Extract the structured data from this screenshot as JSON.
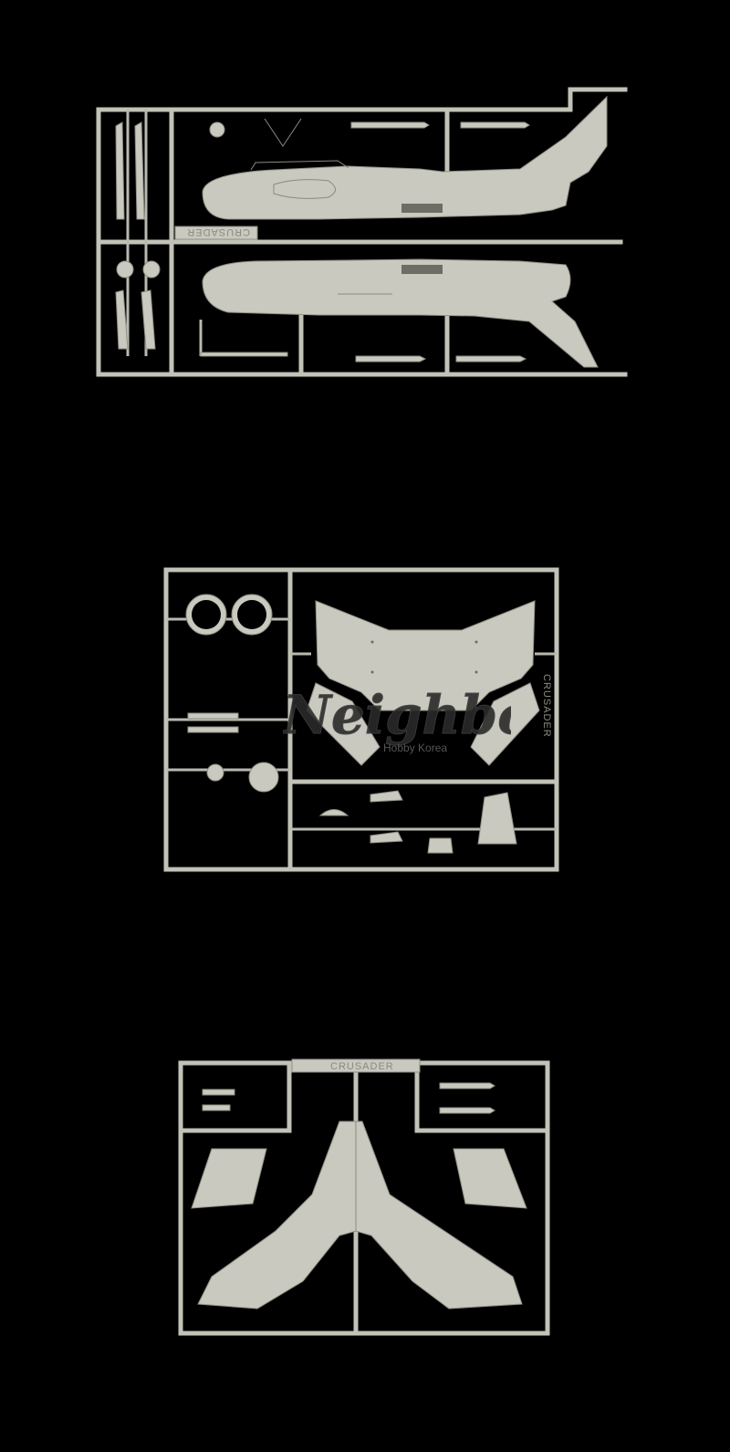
{
  "sprues": {
    "a": {
      "label": "CRUSADER"
    },
    "b": {
      "label": "CRUSADER"
    },
    "c": {
      "label": "CRUSADER"
    }
  },
  "watermark": {
    "main": "Neighbor",
    "sub": "Hobby Korea"
  },
  "colors": {
    "background": "#000000",
    "plastic": "#c9c9bf",
    "watermark_accent": "#c0392b"
  }
}
